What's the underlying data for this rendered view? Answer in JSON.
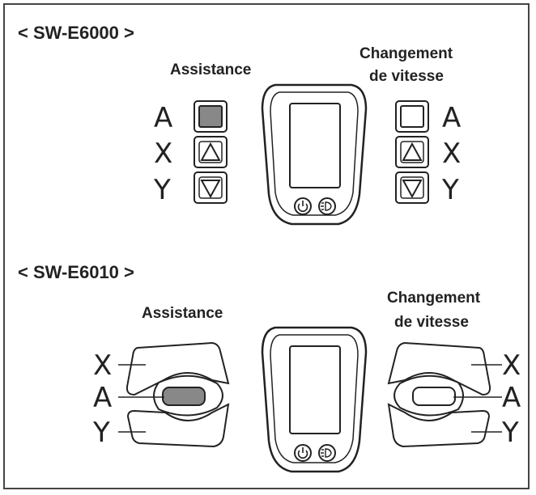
{
  "section1": {
    "model": "< SW-E6000 >",
    "left_caption": "Assistance",
    "right_caption_line1": "Changement",
    "right_caption_line2": "de vitesse",
    "left_letters": [
      "A",
      "X",
      "Y"
    ],
    "right_letters": [
      "A",
      "X",
      "Y"
    ]
  },
  "section2": {
    "model": "< SW-E6010 >",
    "left_caption": "Assistance",
    "right_caption_line1": "Changement",
    "right_caption_line2": "de vitesse",
    "left_letters": [
      "X",
      "A",
      "Y"
    ],
    "right_letters": [
      "X",
      "A",
      "Y"
    ]
  },
  "colors": {
    "stroke": "#222222",
    "highlight": "#888888",
    "background": "#ffffff"
  }
}
